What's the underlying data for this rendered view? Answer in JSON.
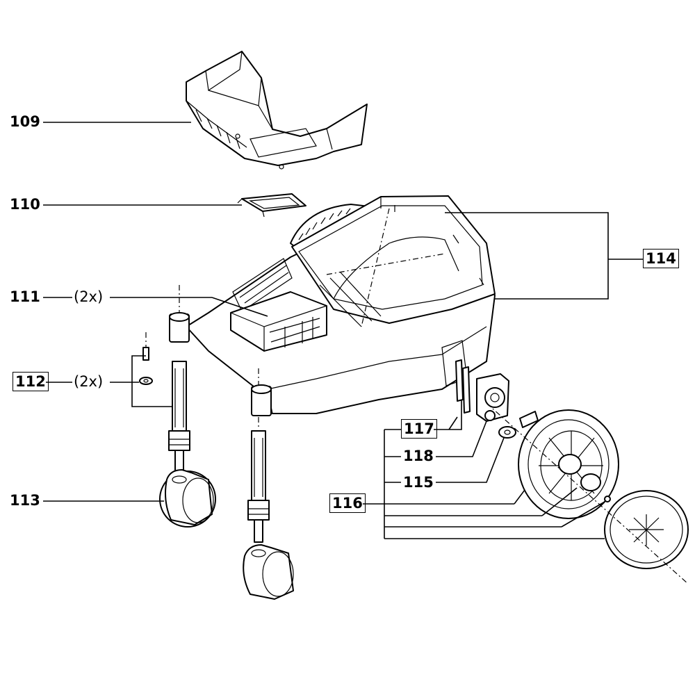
{
  "callouts": {
    "c109": {
      "number": "109"
    },
    "c110": {
      "number": "110"
    },
    "c111": {
      "number": "111",
      "qty": "(2x)"
    },
    "c112": {
      "number": "112",
      "qty": "(2x)"
    },
    "c113": {
      "number": "113"
    },
    "c114": {
      "number": "114"
    },
    "c115": {
      "number": "115"
    },
    "c116": {
      "number": "116"
    },
    "c117": {
      "number": "117"
    },
    "c118": {
      "number": "118"
    }
  }
}
